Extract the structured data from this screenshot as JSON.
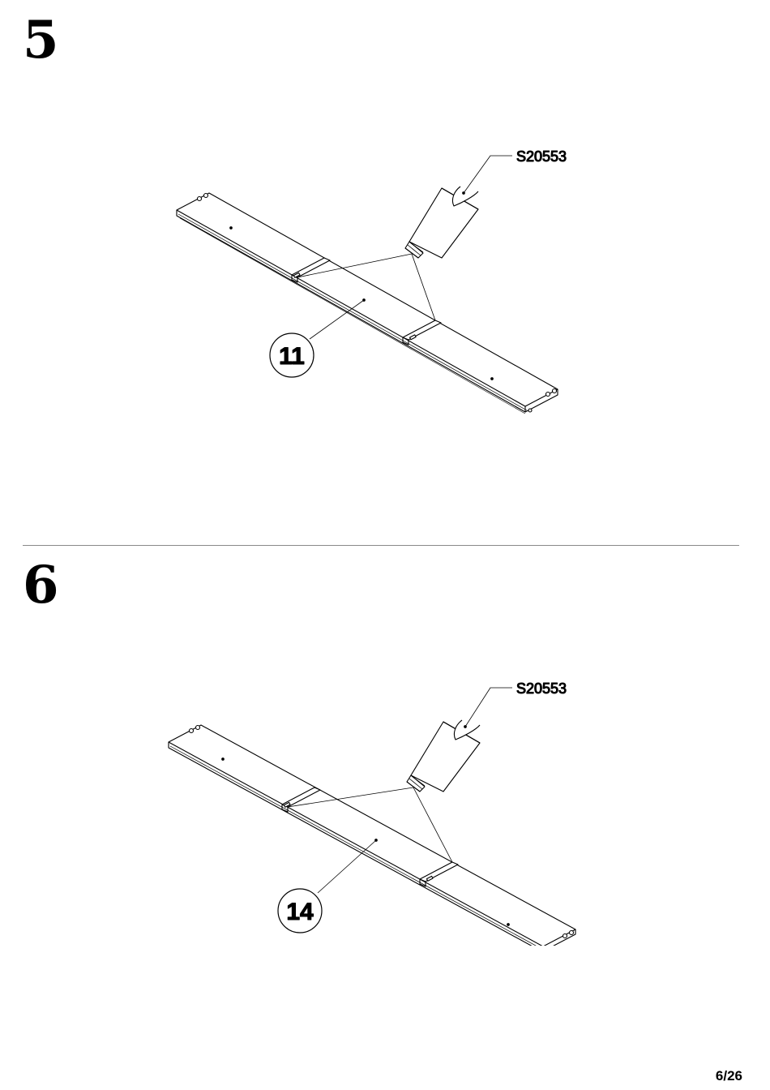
{
  "steps": [
    {
      "number": "5",
      "glue_code": "S20553",
      "part_number": "11"
    },
    {
      "number": "6",
      "glue_code": "S20553",
      "part_number": "14"
    }
  ],
  "footer": {
    "page": "6/26"
  }
}
